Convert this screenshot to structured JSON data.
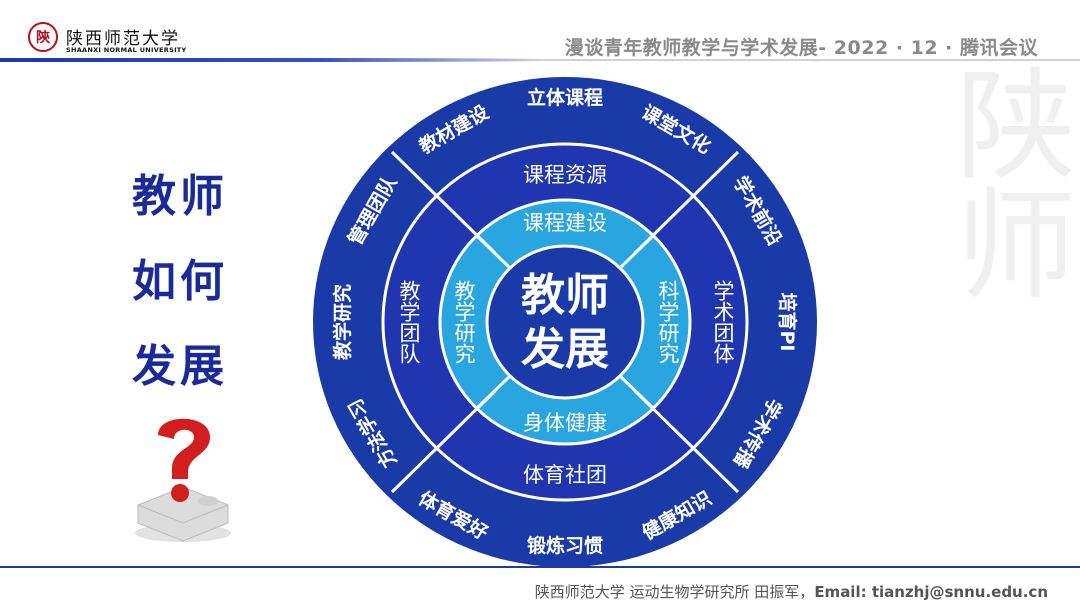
{
  "header": {
    "logo_seal_char": "陝",
    "logo_name": "陕西师范大学",
    "logo_en": "SHAANXI NORMAL UNIVERSITY",
    "title": "漫谈青年教师教学与学术发展- 2022 · 12 · 腾讯会议"
  },
  "left_labels": [
    "教师",
    "如何",
    "发展"
  ],
  "watermark": "陕师",
  "wheel": {
    "center": [
      "教师",
      "发展"
    ],
    "inner_ring": {
      "top": "课程建设",
      "left": "教学研究",
      "right": "科学研究",
      "bottom": "身体健康"
    },
    "middle_ring": {
      "top": "课程资源",
      "left": "教学团队",
      "right": "学术团体",
      "bottom": "体育社团"
    },
    "outer_ring": [
      "立体课程",
      "课堂文化",
      "学术前沿",
      "培育PI",
      "学术传播",
      "健康知识",
      "锻炼习惯",
      "体育爱好",
      "方法学习",
      "教学研究",
      "管理团队",
      "教材建设"
    ],
    "colors": {
      "outer": "#1a3aa8",
      "middle": "#1f36b0",
      "inner": "#29a6e0",
      "center": "#1a3aa8"
    }
  },
  "footer": {
    "text": "陕西师范大学  运动生物学研究所  田振军，",
    "email": "Email: tianzhj@snnu.edu.cn"
  }
}
